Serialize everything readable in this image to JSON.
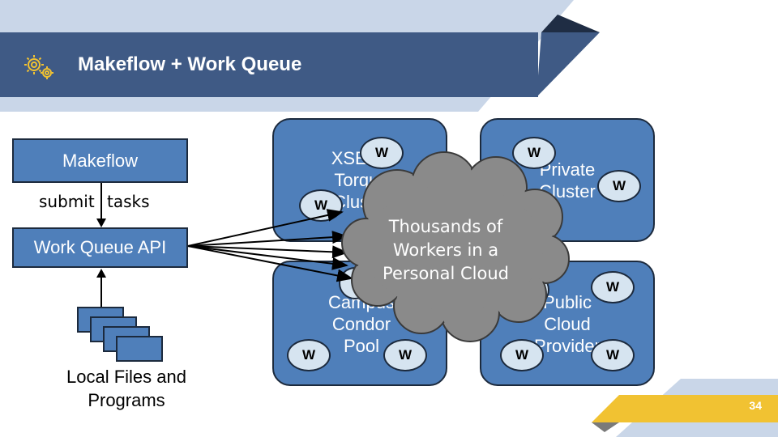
{
  "slide": {
    "title": "Makeflow + Work Queue",
    "page_number": "34",
    "colors": {
      "title_bar": "#3f5a85",
      "box_fill": "#4f7fba",
      "worker_fill": "#d6e4f0",
      "cloud_fill": "#8a8a8a",
      "accent_yellow": "#f1c232",
      "light_band": "#c9d6e8"
    }
  },
  "diagram": {
    "makeflow_label": "Makeflow",
    "work_queue_label": "Work Queue API",
    "submit_label": "submit",
    "tasks_label": "tasks",
    "local_files_label": "Local Files and\nPrograms",
    "clusters": {
      "xsede": "XSEDE\nTorque\nCluster",
      "private": "Private\nCluster",
      "campus": "Campus\nCondor\nPool",
      "public": "Public\nCloud\nProvider"
    },
    "worker_label": "W",
    "cloud_label": "Thousands of Workers in a Personal Cloud"
  }
}
